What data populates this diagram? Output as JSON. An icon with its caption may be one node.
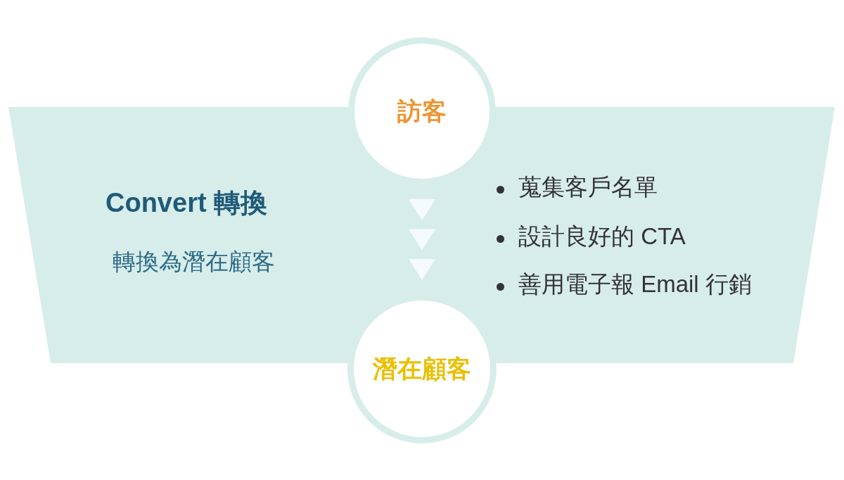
{
  "diagram": {
    "nodes": [
      {
        "text": [
          "訪客"
        ]
      },
      {
        "text": [
          "Convert 轉換",
          "轉換為潛在顧客",
          "蒐集客戶名單",
          "設計良好的 CTA",
          "善用電子報 Email 行銷"
        ]
      },
      {
        "text": [
          "潛在顧客"
        ]
      }
    ],
    "edges": [
      {
        "from": 0,
        "to": 2,
        "arrow": "to"
      }
    ]
  }
}
